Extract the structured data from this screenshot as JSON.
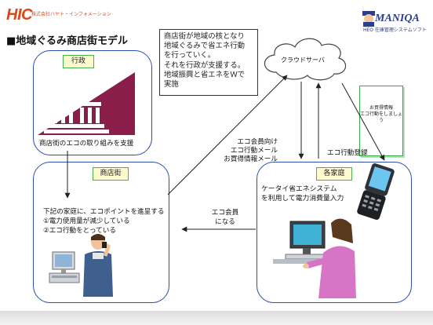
{
  "header": {
    "company_logo": "HIC",
    "company_name": "株式会社ハヤト・インフォメーション",
    "product_logo": "MANIQA",
    "product_sub": "HEO 在庫管理システムソフト"
  },
  "slide_title": "■地域ぐるみ商店街モデル",
  "callout": {
    "lines": [
      "商店街が地域の核となり",
      "地域ぐるみで省エネ行動",
      "を行っていく。",
      "それを行政が支援する。",
      "地域振興と省エネをＷで",
      "実施"
    ]
  },
  "cloud_label": "クラウドサーバ",
  "gyosei": {
    "tag": "行政",
    "caption": "商店街のエコの取り組みを支援"
  },
  "shotengai": {
    "tag": "商店街",
    "lines": [
      "下記の家庭に、エコポイントを進呈する",
      "①電力使用量が減少している",
      "②エコ行動をとっている"
    ]
  },
  "katei": {
    "tag": "各家庭",
    "lines": [
      "ケータイ省エネシステム",
      "を利用して電力消費量入力"
    ]
  },
  "arrow_labels": {
    "eco_mail": [
      "エコ会員向け",
      "エコ行動メール",
      "お買得情報メール"
    ],
    "eco_register": "エコ行動登録",
    "eco_member": [
      "エコ会員",
      "になる"
    ]
  },
  "phone_note": [
    "お買得情報",
    "エコ行動をしましょう"
  ],
  "colors": {
    "box_border": "#2c4ea8",
    "tag_fill": "#fff9cf",
    "tag_border": "#48b24a",
    "building": "#8a1d4a",
    "logo_orange": "#d9481a"
  }
}
